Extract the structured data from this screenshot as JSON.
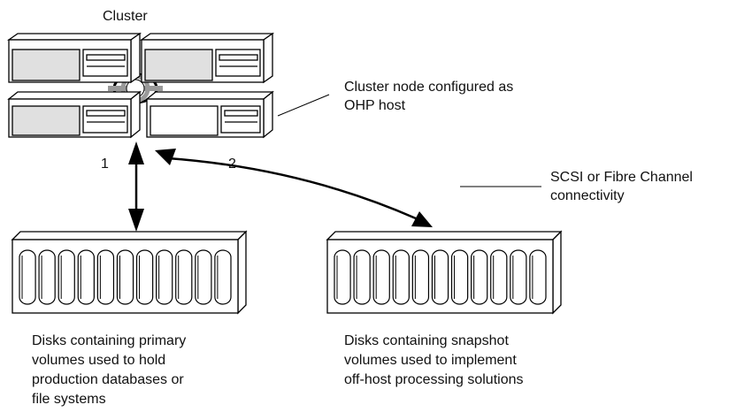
{
  "cluster": {
    "title": "Cluster"
  },
  "labels": {
    "ohp_host": [
      "Cluster node configured as",
      "OHP host"
    ],
    "connectivity": [
      "SCSI or Fibre Channel",
      "connectivity"
    ],
    "path_1": "1",
    "path_2": "2"
  },
  "disk_arrays": [
    {
      "caption": [
        "Disks containing primary",
        "volumes used to hold",
        "production databases or",
        "file systems"
      ],
      "disk_count": 11
    },
    {
      "caption": [
        "Disks containing snapshot",
        "volumes used to implement",
        "off-host processing solutions"
      ],
      "disk_count": 11
    }
  ],
  "colors": {
    "stroke": "#000000",
    "panel_fill": "#e0e0e0",
    "ring": "#999999",
    "background": "#ffffff"
  }
}
